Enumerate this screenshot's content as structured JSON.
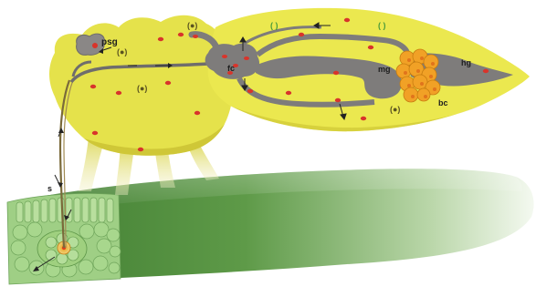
{
  "labels": {
    "salivary_gland": "psg",
    "filter_chamber": "fc",
    "midgut": "mg",
    "hindgut": "hg",
    "bacteriocytes": "bc",
    "stylet": "s"
  },
  "colors": {
    "body": "#e3e04a",
    "body_shadow": "#b7ad1f",
    "gut": "#7e7c7b",
    "leaf_dark": "#4f8a3a",
    "leaf_light": "#f3f8ee",
    "cells": "#a9d392",
    "bacteria": "#f0a126",
    "red_dots": "#d8342b"
  }
}
